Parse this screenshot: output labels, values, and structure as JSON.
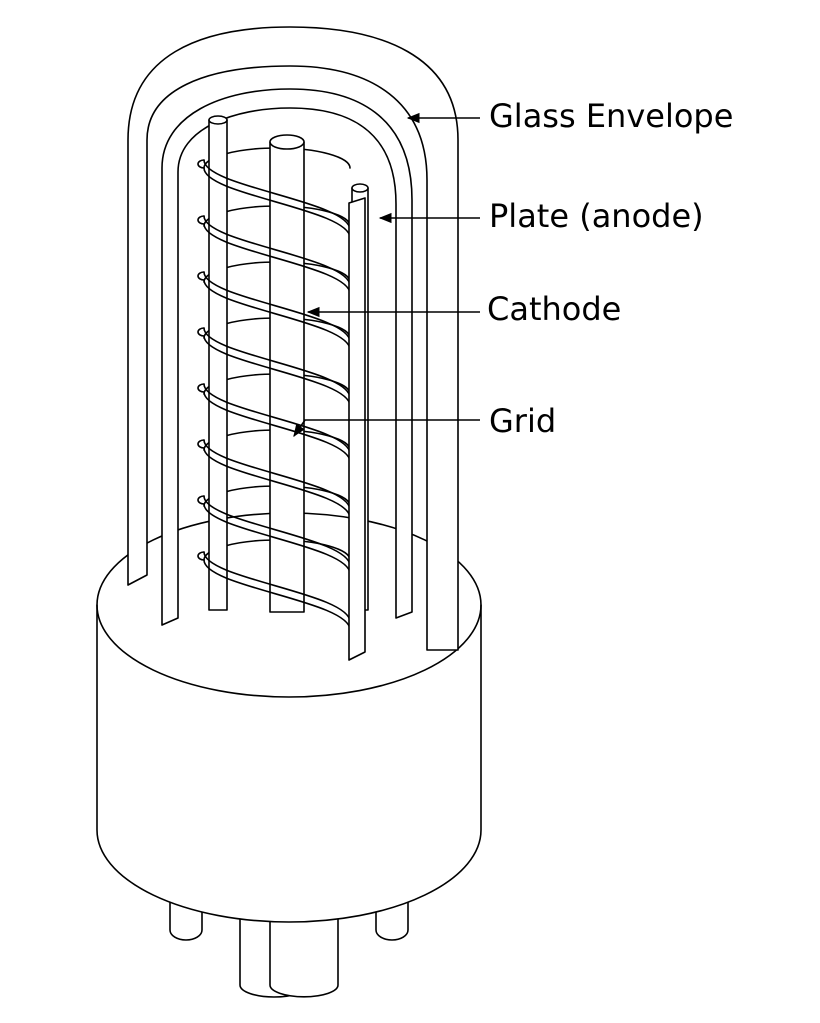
{
  "labels": {
    "glass_envelope": "Glass Envelope",
    "plate": "Plate (anode)",
    "cathode": "Cathode",
    "grid": "Grid"
  },
  "colors": {
    "line": "#000000",
    "background": "#ffffff"
  }
}
